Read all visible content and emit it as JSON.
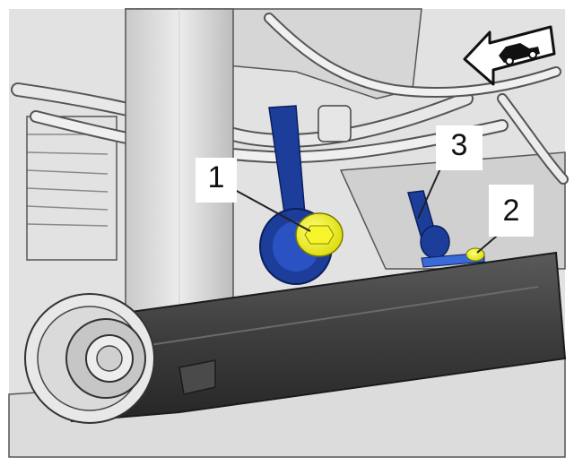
{
  "callouts": [
    {
      "number": "1"
    },
    {
      "number": "2"
    },
    {
      "number": "3"
    }
  ],
  "icons": {
    "direction": "vehicle-forward-direction-arrow-icon"
  },
  "colors": {
    "background": "#ffffff",
    "structure_gray": "#d8d8d8",
    "arm_dark": "#3a3a3a",
    "link_blue": "#1c3d9a",
    "fastener_yellow": "#f2f21a",
    "line": "#222222"
  }
}
